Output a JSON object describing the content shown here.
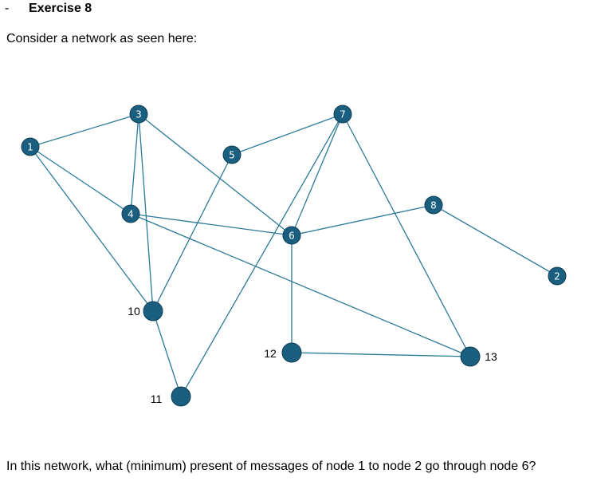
{
  "heading": {
    "bullet": "-",
    "title": "Exercise 8"
  },
  "intro": "Consider a network as seen here:",
  "question": "In this network, what (minimum) present of messages of node 1 to node 2 go through node 6?",
  "colors": {
    "node_fill": "#1a5f7f",
    "node_stroke": "#0f3d55",
    "edge": "#2c7a97"
  },
  "nodes": [
    {
      "id": "1",
      "label": "1"
    },
    {
      "id": "2",
      "label": "2"
    },
    {
      "id": "3",
      "label": "3"
    },
    {
      "id": "4",
      "label": "4"
    },
    {
      "id": "5",
      "label": "5"
    },
    {
      "id": "6",
      "label": "6"
    },
    {
      "id": "7",
      "label": "7"
    },
    {
      "id": "8",
      "label": "8"
    },
    {
      "id": "10",
      "label": "10"
    },
    {
      "id": "11",
      "label": "11"
    },
    {
      "id": "12",
      "label": "12"
    },
    {
      "id": "13",
      "label": "13"
    }
  ],
  "edges": [
    [
      "1",
      "3"
    ],
    [
      "1",
      "4"
    ],
    [
      "1",
      "10"
    ],
    [
      "3",
      "4"
    ],
    [
      "3",
      "10"
    ],
    [
      "3",
      "6"
    ],
    [
      "4",
      "6"
    ],
    [
      "4",
      "13"
    ],
    [
      "5",
      "7"
    ],
    [
      "5",
      "10"
    ],
    [
      "7",
      "6"
    ],
    [
      "7",
      "11"
    ],
    [
      "7",
      "13"
    ],
    [
      "6",
      "8"
    ],
    [
      "6",
      "12"
    ],
    [
      "8",
      "2"
    ],
    [
      "10",
      "11"
    ],
    [
      "12",
      "13"
    ]
  ]
}
